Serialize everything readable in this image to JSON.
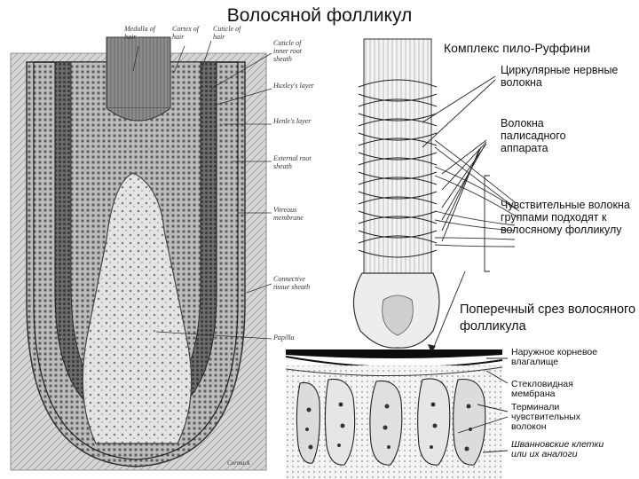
{
  "title": "Волосяной фолликул",
  "left_panel": {
    "labels": {
      "medulla": "Medulla of hair",
      "cortex": "Cortex of hair",
      "cuticle_hair": "Cuticle of hair",
      "cuticle_inner": "Cuticle of inner root sheath",
      "huxley": "Huxley's layer",
      "henle": "Henle's layer",
      "external": "External root sheath",
      "vitreous": "Vitreous membrane",
      "connective": "Connective tissue sheath",
      "papilla": "Papilla",
      "credit": "Cormack"
    }
  },
  "ruffini_panel": {
    "heading": "Комплекс пило-Руффини",
    "circular": "Циркулярные нервные волокна",
    "palisade": "Волокна палисадного аппарата",
    "sensory": "Чувствительные волокна группами подходят к волосяному фолликулу"
  },
  "cross_section": {
    "heading": "Поперечный срез волосяного фолликула",
    "outer_sheath": "Наружное корневое влагалище",
    "glassy": "Стекловидная мембрана",
    "terminals": "Терминали чувствительных волокон",
    "schwann": "Шванновские клетки или их аналоги"
  }
}
